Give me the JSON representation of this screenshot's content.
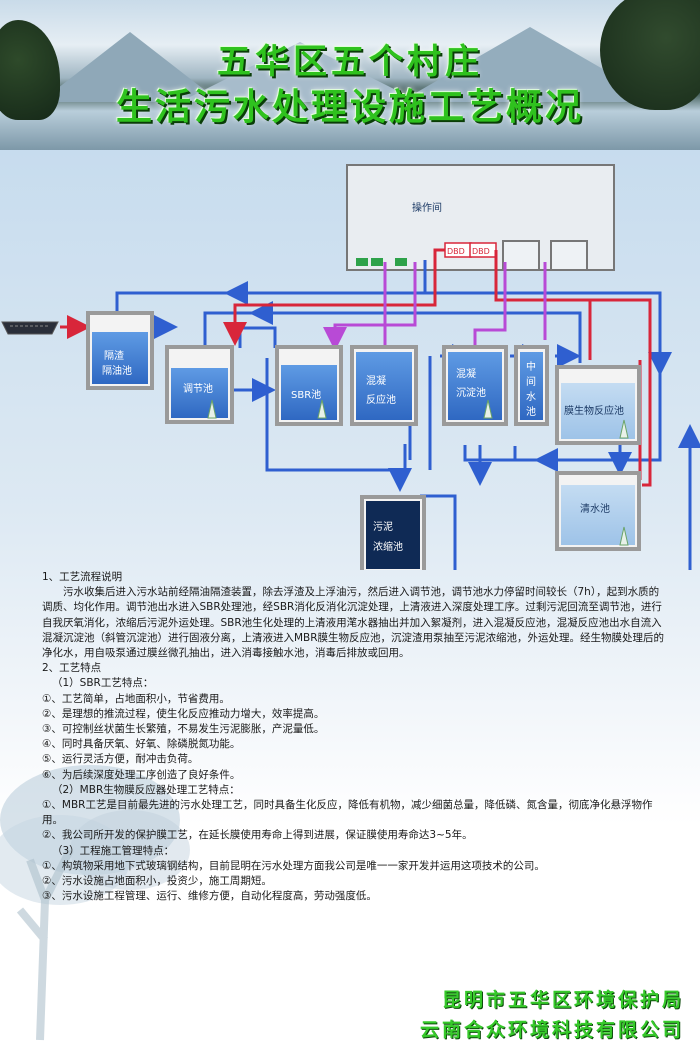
{
  "header": {
    "title_line1": "五华区五个村庄",
    "title_line2": "生活污水处理设施工艺概况"
  },
  "diagram": {
    "nodes": {
      "control_room": "操作间",
      "screen_tank": [
        "隔渣",
        "隔油池"
      ],
      "regulating_tank": "调节池",
      "sbr_tank": "SBR池",
      "coag_reaction_tank": [
        "混凝",
        "反应池"
      ],
      "coag_settling_tank": [
        "混凝",
        "沉淀池"
      ],
      "middle_tank": [
        "中",
        "间",
        "水",
        "池"
      ],
      "mbr_tank": "膜生物反应池",
      "clear_water_tank": "清水池",
      "sludge_tank": [
        "污泥",
        "浓缩池"
      ],
      "blower_1": "DBD",
      "blower_2": "DBD"
    },
    "colors": {
      "water_flow": "#2f5fd0",
      "air_flow": "#d8263a",
      "chemical_flow": "#b84ad6",
      "tank_fill": "#3f7fd6",
      "sludge_fill": "#0f2a55",
      "tank_border": "#9a9a9a"
    }
  },
  "text": {
    "s1_title": "1、工艺流程说明",
    "s1_body": "污水收集后进入污水站前经隔油隔渣装置，除去浮渣及上浮油污，然后进入调节池，调节池水力停留时间较长（7h），起到水质的调质、均化作用。调节池出水进入SBR处理池，经SBR消化反消化沉淀处理，上清液进入深度处理工序。过剩污泥回流至调节池，进行自我厌氧消化，浓缩后污泥外运处理。SBR池生化处理的上清液用滗水器抽出并加入絮凝剂，进入混凝反应池，混凝反应池出水自流入混凝沉淀池（斜管沉淀池）进行固液分离，上清液进入MBR膜生物反应池，沉淀渣用泵抽至污泥浓缩池，外运处理。经生物膜处理后的净化水，用自吸泵通过膜丝微孔抽出，进入消毒接触水池，消毒后排放或回用。",
    "s2_title": "2、工艺特点",
    "sbr_title": "（1）SBR工艺特点：",
    "sbr_items": [
      "①、工艺简单，占地面积小，节省费用。",
      "②、是理想的推流过程，使生化反应推动力增大，效率提高。",
      "③、可控制丝状菌生长繁殖，不易发生污泥膨胀，产泥量低。",
      "④、同时具备厌氧、好氧、除磷脱氮功能。",
      "⑤、运行灵活方便，耐冲击负荷。",
      "⑥、为后续深度处理工序创造了良好条件。"
    ],
    "mbr_title": "（2）MBR生物膜反应器处理工艺特点：",
    "mbr_items": [
      "①、MBR工艺是目前最先进的污水处理工艺，同时具备生化反应，降低有机物，减少细菌总量，降低磷、氮含量，彻底净化悬浮物作用。",
      "②、我公司所开发的保护膜工艺，在延长膜使用寿命上得到进展，保证膜使用寿命达3~5年。"
    ],
    "mgmt_title": "（3）工程施工管理特点：",
    "mgmt_items": [
      "①、构筑物采用地下式玻璃钢结构，目前昆明在污水处理方面我公司是唯一一家开发并运用这项技术的公司。",
      "②、污水设施占地面积小，投资少，施工周期短。",
      "③、污水设施工程管理、运行、维修方便，自动化程度高，劳动强度低。"
    ]
  },
  "footer": {
    "org1": "昆明市五华区环境保护局",
    "org2": "云南合众环境科技有限公司"
  }
}
